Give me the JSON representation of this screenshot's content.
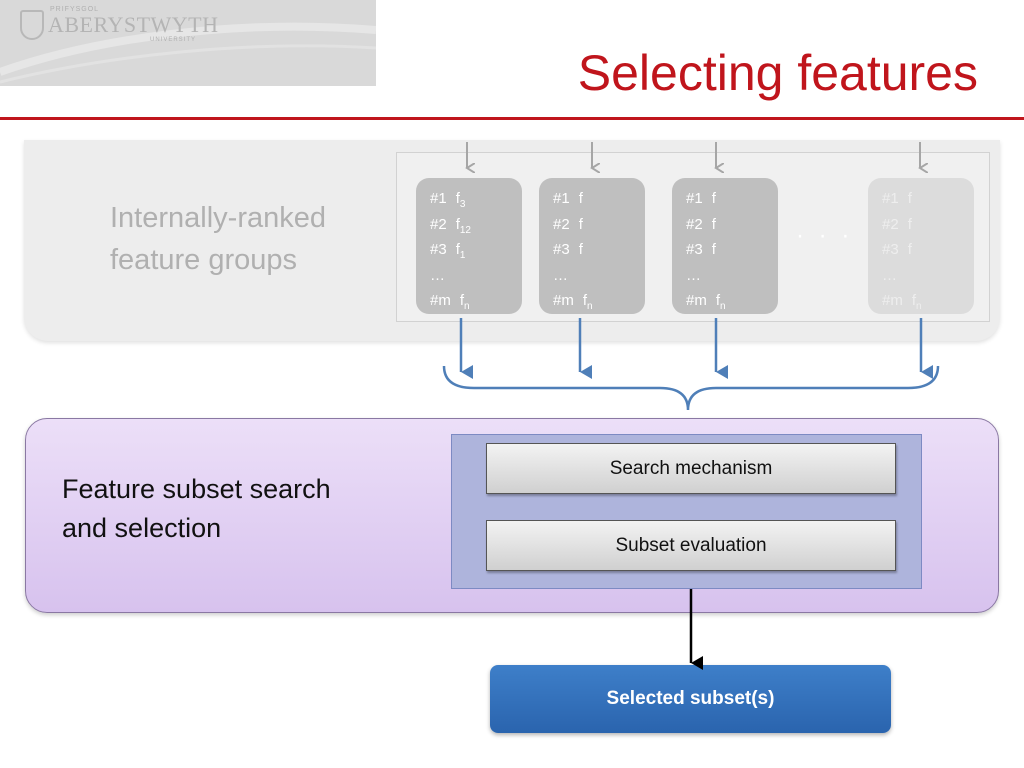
{
  "logo": {
    "small_text": "PRIFYSGOL",
    "main_text": "ABERYSTWYTH",
    "sub_text": "UNIVERSITY"
  },
  "slide": {
    "title": "Selecting features"
  },
  "ranked_groups": {
    "label_line1": "Internally-ranked",
    "label_line2": "feature groups",
    "groups": [
      {
        "rows": [
          {
            "rank": "#1",
            "feature": "f",
            "sub": "3"
          },
          {
            "rank": "#2",
            "feature": "f",
            "sub": "12"
          },
          {
            "rank": "#3",
            "feature": "f",
            "sub": "1"
          },
          {
            "rank": "…",
            "feature": "",
            "sub": ""
          },
          {
            "rank": "#m",
            "feature": "f",
            "sub": "n"
          }
        ]
      },
      {
        "rows": [
          {
            "rank": "#1",
            "feature": "f",
            "sub": ""
          },
          {
            "rank": "#2",
            "feature": "f",
            "sub": ""
          },
          {
            "rank": "#3",
            "feature": "f",
            "sub": ""
          },
          {
            "rank": "…",
            "feature": "",
            "sub": ""
          },
          {
            "rank": "#m",
            "feature": "f",
            "sub": "n"
          }
        ]
      },
      {
        "rows": [
          {
            "rank": "#1",
            "feature": "f",
            "sub": ""
          },
          {
            "rank": "#2",
            "feature": "f",
            "sub": ""
          },
          {
            "rank": "#3",
            "feature": "f",
            "sub": ""
          },
          {
            "rank": "…",
            "feature": "",
            "sub": ""
          },
          {
            "rank": "#m",
            "feature": "f",
            "sub": "n"
          }
        ]
      },
      {
        "rows": [
          {
            "rank": "#1",
            "feature": "f",
            "sub": ""
          },
          {
            "rank": "#2",
            "feature": "f",
            "sub": ""
          },
          {
            "rank": "#3",
            "feature": "f",
            "sub": ""
          },
          {
            "rank": "…",
            "feature": "",
            "sub": ""
          },
          {
            "rank": "#m",
            "feature": "f",
            "sub": "n"
          }
        ]
      }
    ],
    "ellipsis": "· · ·"
  },
  "search": {
    "label_line1": "Feature subset search",
    "label_line2": "and selection",
    "mechanism_label": "Search mechanism",
    "evaluation_label": "Subset evaluation"
  },
  "result": {
    "label": "Selected subset(s)"
  },
  "colors": {
    "title_red": "#c0151c",
    "arrow_blue": "#4f7fb8",
    "arrow_grey": "#a6a6a6",
    "result_blue": "#3372be",
    "panel_purple": "#ddcaf2"
  }
}
